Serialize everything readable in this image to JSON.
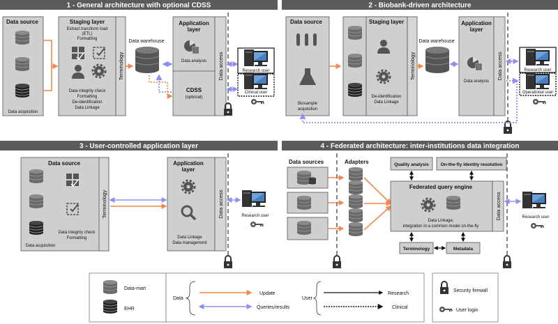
{
  "panels": {
    "p1": {
      "title": "1 - General architecture with optional CDSS",
      "data_source": "Data source",
      "data_acquisition": "Data acquisition",
      "staging_title": "Staging layer",
      "staging_lines": [
        "Extract transform load",
        "(ETL)",
        "Formatting"
      ],
      "staging_bottom": [
        "Data integrity check",
        "Formatting",
        "De-identification",
        "Data Linkage"
      ],
      "terminology": "Terminology",
      "warehouse": "Data warehouse",
      "app_title": [
        "Application",
        "layer"
      ],
      "data_analysis": "Data analysis",
      "cdss": "CDSS",
      "cdss_optional": "(optional)",
      "data_access": "Data access",
      "research_user": "Research user",
      "clinical_user": "Clinical user"
    },
    "p2": {
      "title": "2 - Biobank-driven architecture",
      "data_source": "Data source",
      "biosample": [
        "Biosample",
        "acquisition"
      ],
      "staging_title": "Staging layer",
      "staging_bottom": [
        "De-identification",
        "Data Linkage"
      ],
      "terminology": "Terminology",
      "warehouse": "Data warehouse",
      "app_title": [
        "Application",
        "layer"
      ],
      "data_analysis": "Data analysis",
      "data_access": "Data access",
      "research_user": "Research user",
      "operational_user": "Operational user"
    },
    "p3": {
      "title": "3 - User-controlled application layer",
      "data_source": "Data source",
      "integrity": [
        "Data integrity check",
        "Formatting"
      ],
      "data_acquisition": "Data acquisition",
      "terminology": "Terminology",
      "app_title": [
        "Application",
        "layer"
      ],
      "app_bottom": [
        "Data Linkage",
        "Data management"
      ],
      "data_access": "Data access",
      "research_user": "Research user"
    },
    "p4": {
      "title": "4 - Federated architecture: inter-institutions data integration",
      "data_sources": "Data sources",
      "adapters": "Adapters",
      "quality": "Quality analysis",
      "identity": "On-the-fly identity resolution",
      "engine": "Federated query engine",
      "engine_text": [
        "Data Linkage,",
        "integration in a common model on-the-fly"
      ],
      "terminology": "Terminology",
      "metadata": "Metadata",
      "data_access": "Data access",
      "research_user": "Research user"
    }
  },
  "legend": {
    "data_mart": "Data-mart",
    "ehr": "EHR",
    "data": "Data",
    "update": "Update",
    "queries": "Queries/results",
    "user": "User",
    "research": "Research",
    "clinical": "Clinical",
    "firewall": "Security firewall",
    "login": "User login"
  },
  "colors": {
    "header": "#5b5b5b",
    "box": "#cfcfcf",
    "update_arrow": "#f0894f",
    "query_arrow": "#8f8ff0"
  }
}
